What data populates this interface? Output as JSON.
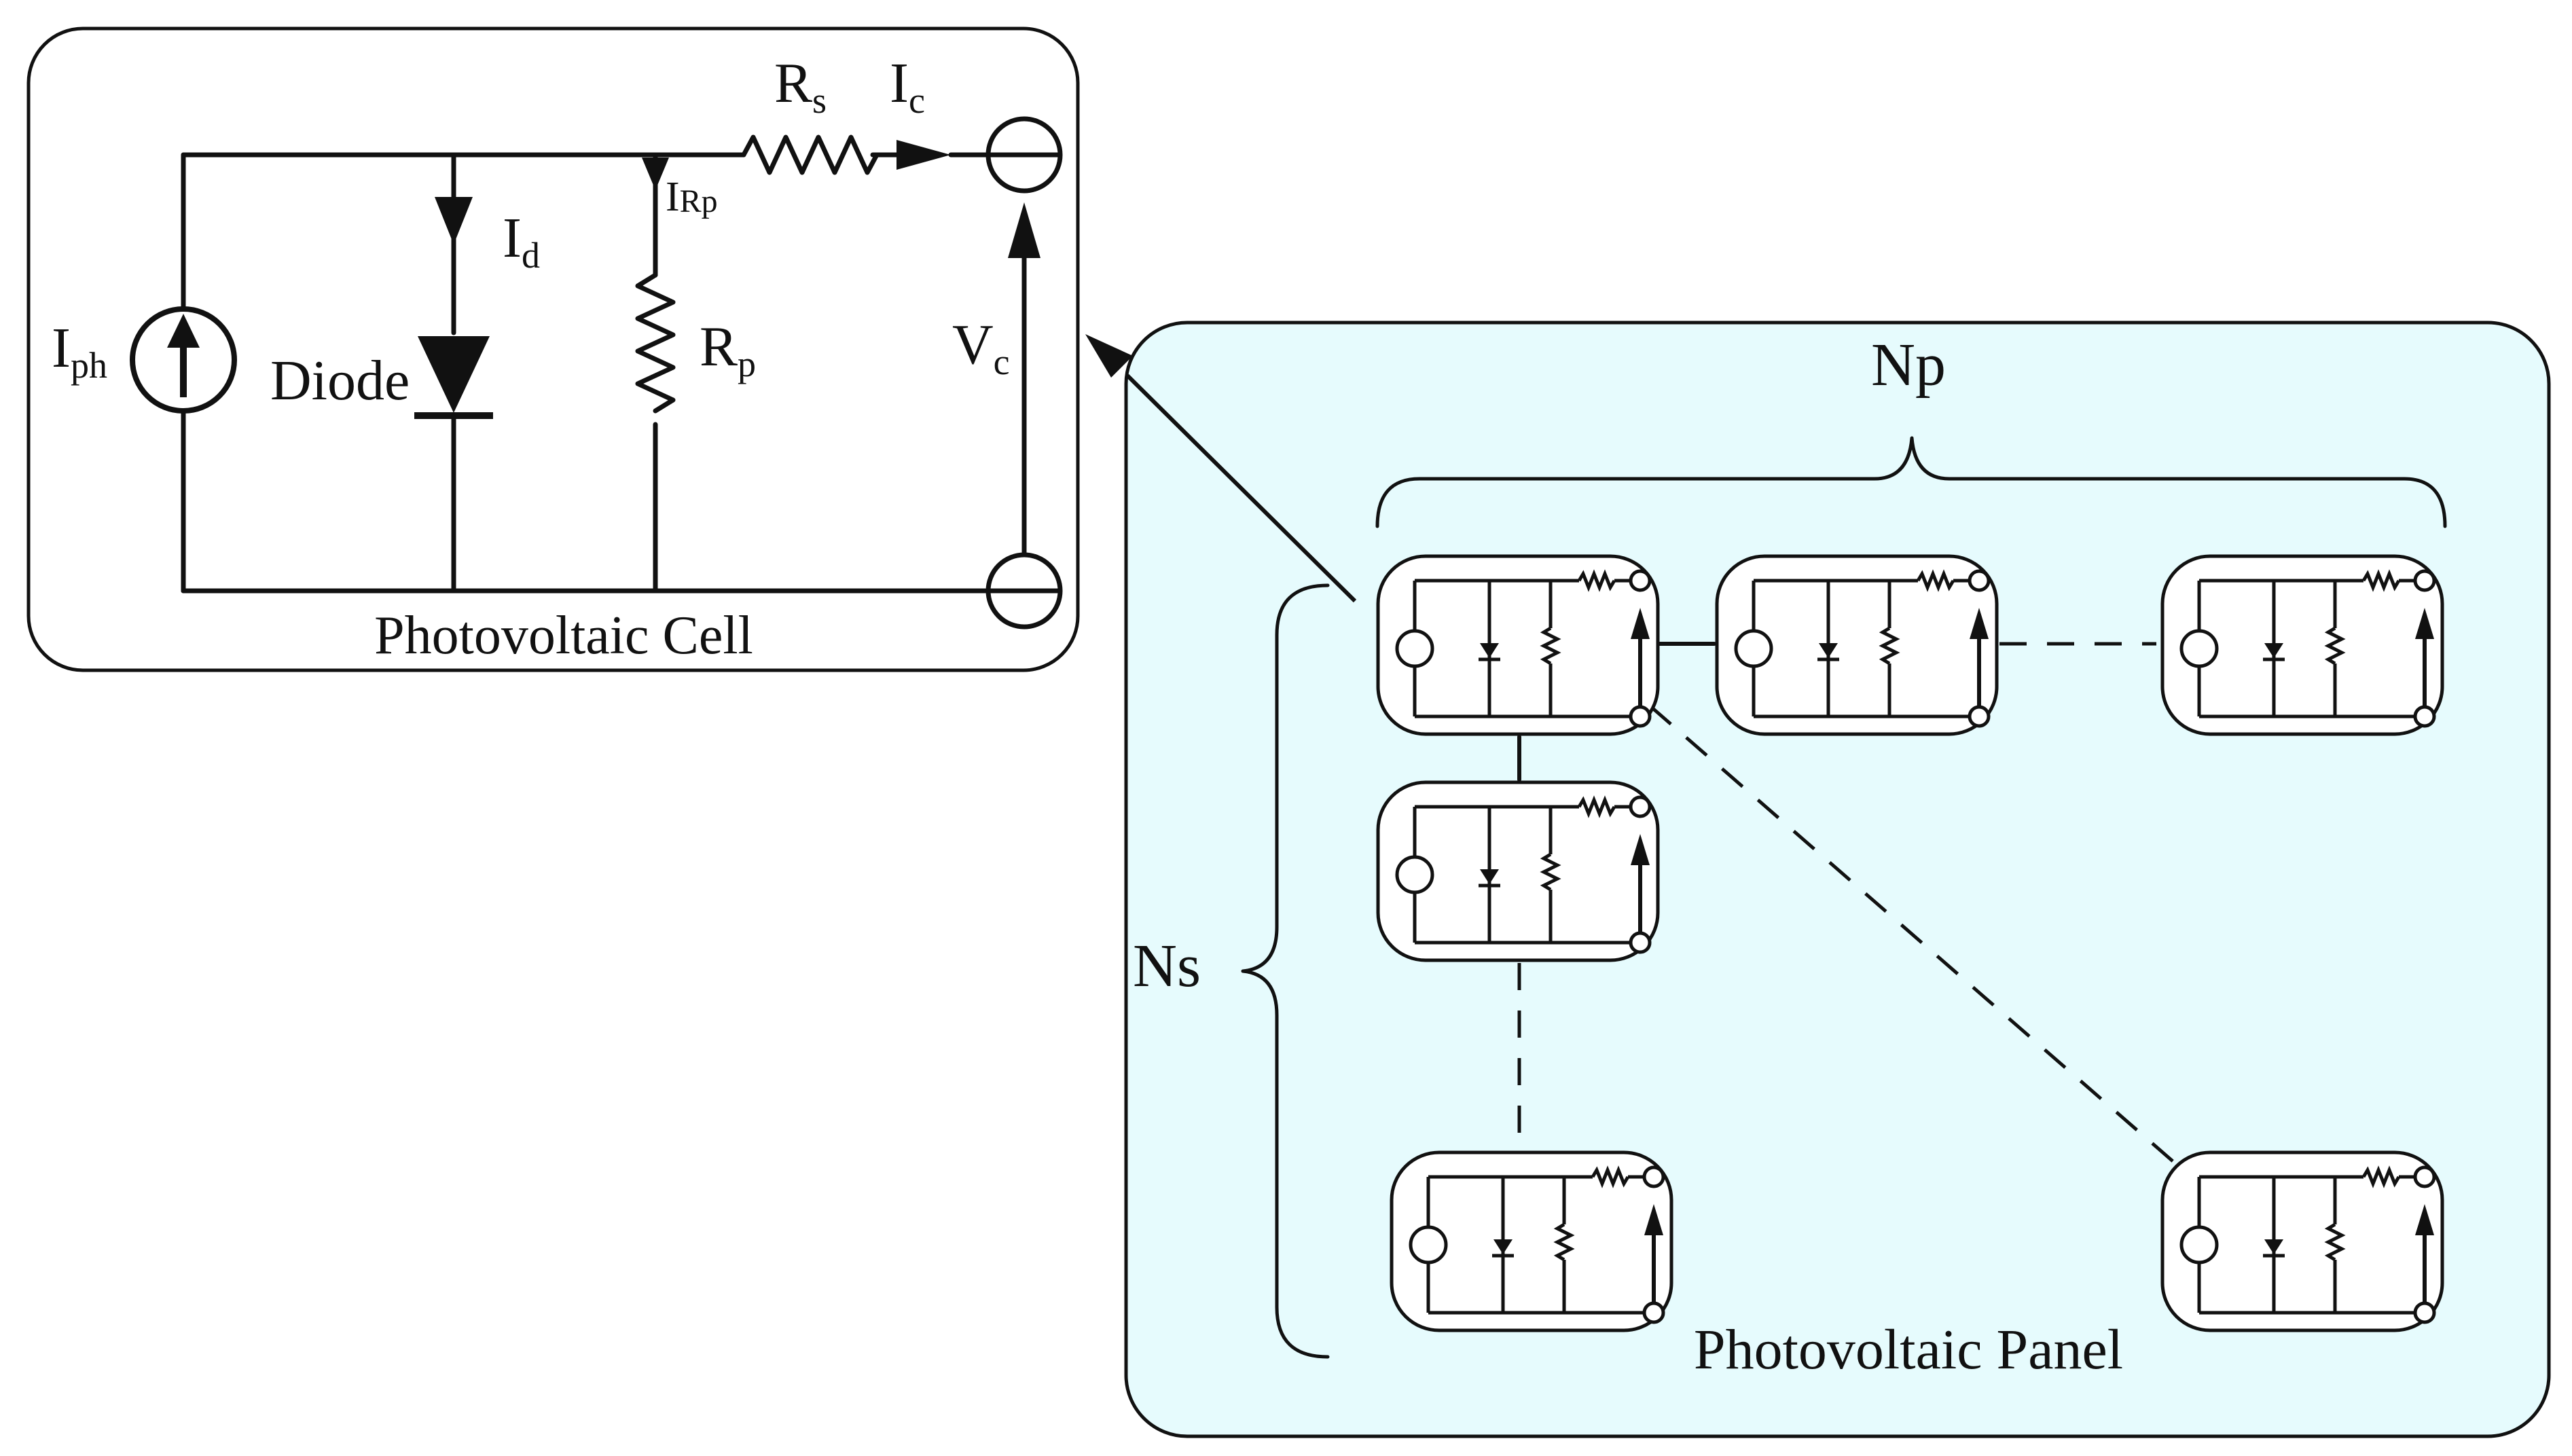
{
  "cell": {
    "title": "Photovoltaic Cell",
    "labels": {
      "rs": "R",
      "rs_sub": "s",
      "ic": "I",
      "ic_sub": "c",
      "irp": "I",
      "irp_sub": "Rp",
      "id": "I",
      "id_sub": "d",
      "iph": "I",
      "iph_sub": "ph",
      "diode": "Diode",
      "rp": "R",
      "rp_sub": "p",
      "vc": "V",
      "vc_sub": "c"
    }
  },
  "panel": {
    "title": "Photovoltaic Panel",
    "np_label": "Np",
    "ns_label": "Ns",
    "background": "#e6fbfd"
  }
}
